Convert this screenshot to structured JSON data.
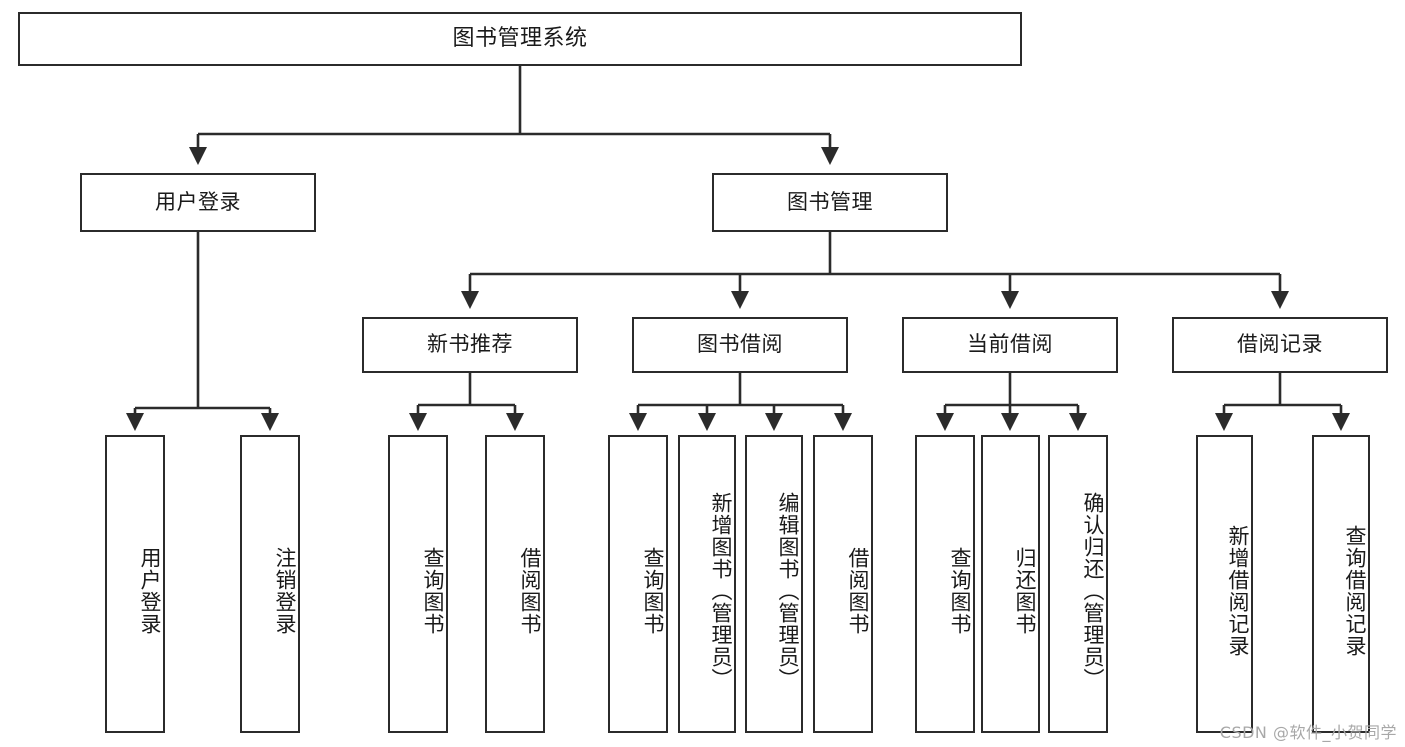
{
  "diagram": {
    "title": "图书管理系统",
    "type": "tree-hierarchy",
    "watermark": "CSDN @软件_小贺同学",
    "colors": {
      "stroke": "#2b2b2b",
      "fill": "#ffffff",
      "watermark": "#a8a8a8"
    }
  },
  "nodes": {
    "root": {
      "label": "图书管理系统"
    },
    "level2": [
      {
        "label": "用户登录"
      },
      {
        "label": "图书管理"
      }
    ],
    "level3": [
      {
        "label": "新书推荐"
      },
      {
        "label": "图书借阅"
      },
      {
        "label": "当前借阅"
      },
      {
        "label": "借阅记录"
      }
    ],
    "leaves": {
      "user_login": [
        {
          "label": "用户登录"
        },
        {
          "label": "注销登录"
        }
      ],
      "new_book": [
        {
          "label": "查询图书"
        },
        {
          "label": "借阅图书"
        }
      ],
      "book_borrow": [
        {
          "label": "查询图书"
        },
        {
          "label": "新增图书（管理员）"
        },
        {
          "label": "编辑图书（管理员）"
        },
        {
          "label": "借阅图书"
        }
      ],
      "current_borrow": [
        {
          "label": "查询图书"
        },
        {
          "label": "归还图书"
        },
        {
          "label": "确认归还（管理员）"
        }
      ],
      "borrow_record": [
        {
          "label": "新增借阅记录"
        },
        {
          "label": "查询借阅记录"
        }
      ]
    }
  }
}
